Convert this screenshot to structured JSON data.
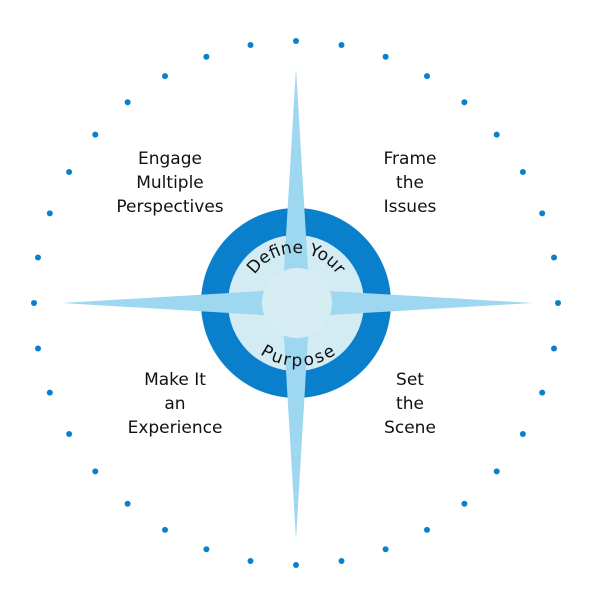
{
  "colors": {
    "dot": "#0a80cc",
    "ring": "#0a80cc",
    "inner_disc": "#d3ebf3",
    "center_disc": "#d6edf4",
    "arm": "#9dd8f0",
    "text": "#111111"
  },
  "dots": {
    "count": 36
  },
  "center": {
    "top_text": "Define Your",
    "bottom_text": "Purpose"
  },
  "quadrants": {
    "top_left": "Engage\nMultiple\nPerspectives",
    "top_right": "Frame\nthe\nIssues",
    "bottom_left": "Make It\nan\nExperience",
    "bottom_right": "Set\nthe\nScene"
  }
}
